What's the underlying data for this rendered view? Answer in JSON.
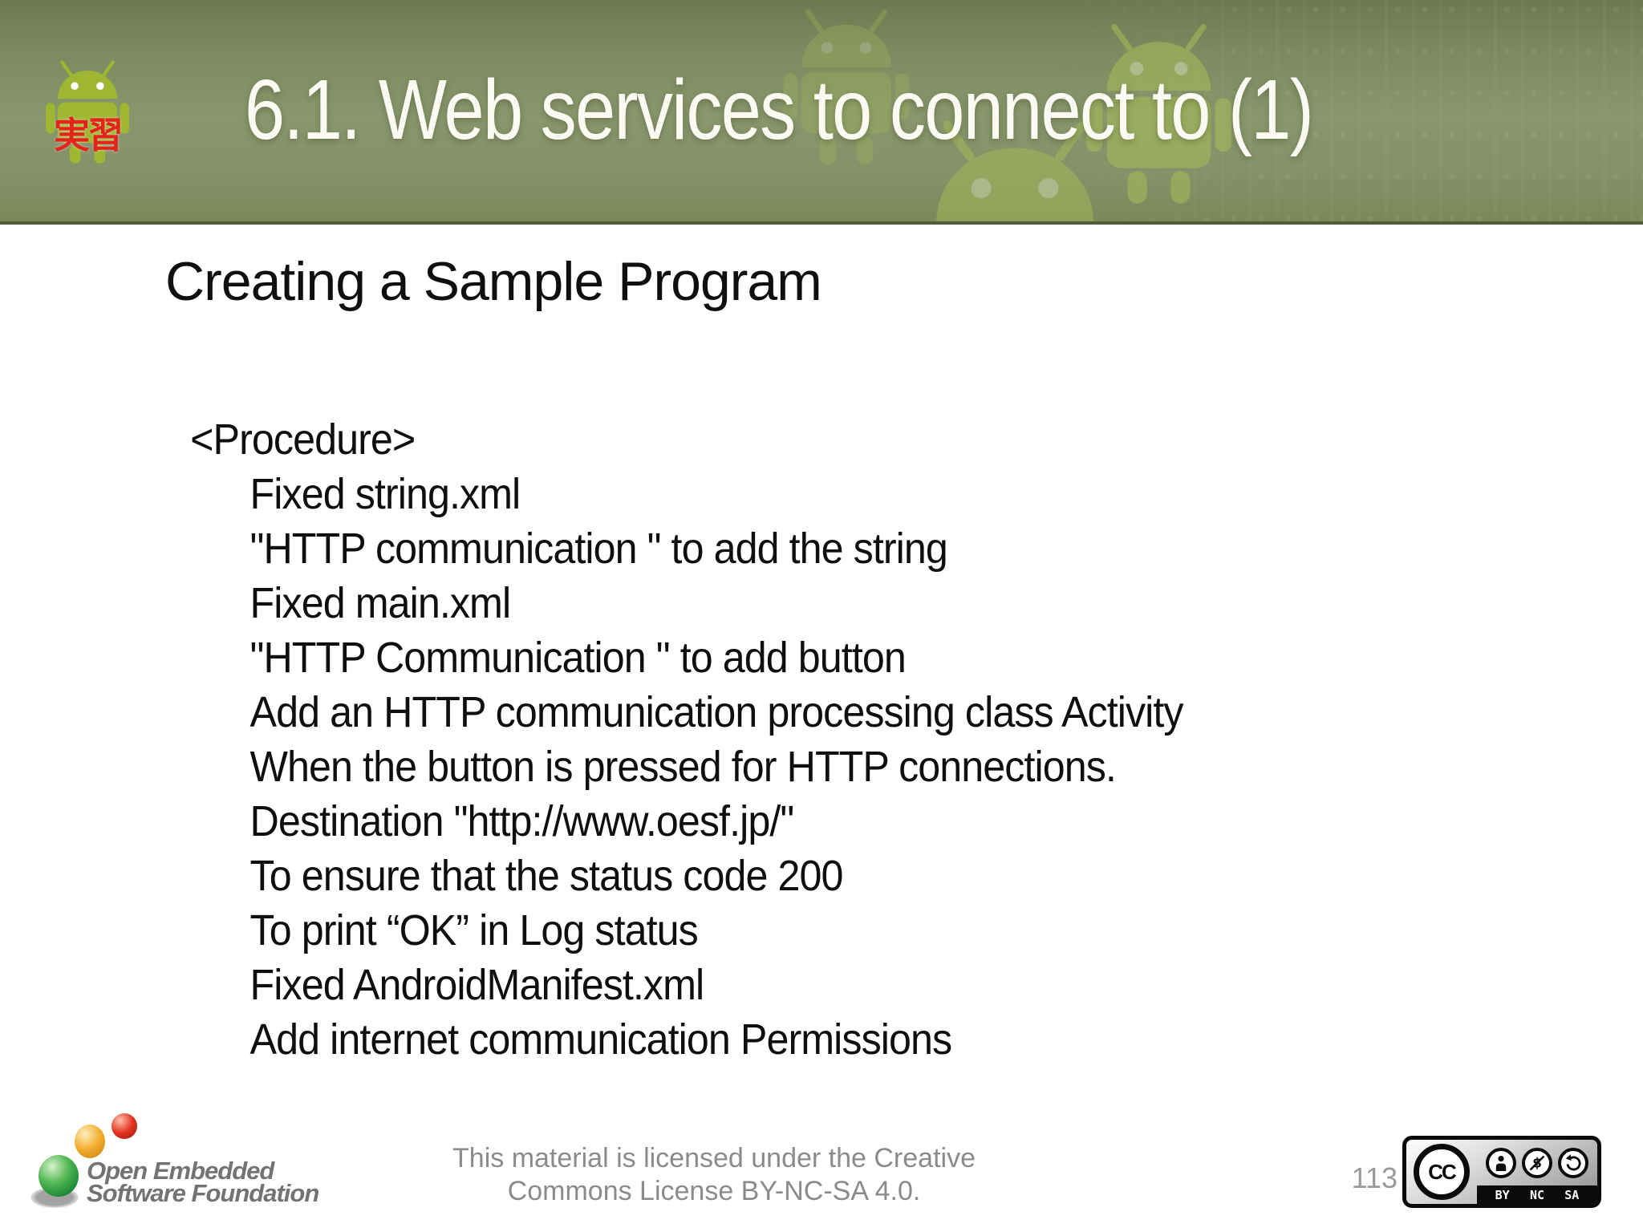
{
  "slide": {
    "header": {
      "title": "6.1. Web services to connect to (1)",
      "practice_badge": "実習"
    },
    "body": {
      "heading": "Creating a Sample Program",
      "procedure_label": "<Procedure>",
      "steps": [
        "Fixed string.xml",
        "\"HTTP communication \" to add the string",
        "Fixed main.xml",
        "\"HTTP Communication \" to add button",
        "Add an HTTP communication processing class Activity",
        "When the button is pressed for HTTP connections.",
        "Destination \"http://www.oesf.jp/\"",
        "To ensure that the status code 200",
        "To print “OK” in Log status",
        "Fixed AndroidManifest.xml",
        "Add internet communication Permissions"
      ]
    },
    "footer": {
      "logo_line1": "Open Embedded",
      "logo_line2": "Software Foundation",
      "license_line1": "This material is licensed under the Creative",
      "license_line2": "Commons License BY-NC-SA 4.0.",
      "page_number": "113",
      "cc_badge": {
        "cc": "CC",
        "by": "BY",
        "nc": "NC",
        "sa": "SA"
      }
    },
    "colors": {
      "header_green": "#8a966b",
      "android_green": "#9fb632",
      "practice_red": "#e3241b",
      "text_black": "#0f0f0f",
      "footer_gray": "#8b8b8e"
    }
  }
}
